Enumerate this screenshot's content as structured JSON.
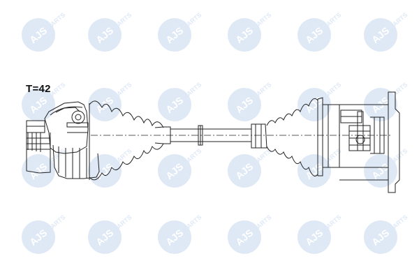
{
  "diagram": {
    "tooth_count_label": "T=42"
  },
  "watermark": {
    "brand": "AJS",
    "word": "PARTS",
    "circle_color": "#c6d8f0",
    "text_color": "#ffffff"
  },
  "drawing": {
    "stroke_color": "#222222",
    "background": "#ffffff"
  }
}
